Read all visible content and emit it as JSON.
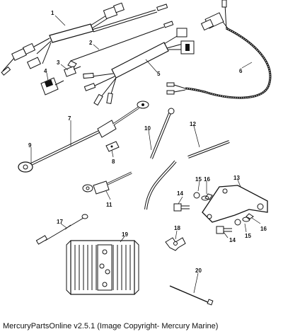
{
  "callouts": {
    "c1": "1",
    "c2": "2",
    "c3": "3",
    "c4": "4",
    "c5": "5",
    "c6": "6",
    "c7": "7",
    "c8": "8",
    "c9": "9",
    "c10": "10",
    "c11": "11",
    "c12": "12",
    "c13": "13",
    "c14a": "14",
    "c14b": "14",
    "c15a": "15",
    "c15b": "15",
    "c16a": "16",
    "c16b": "16",
    "c17": "17",
    "c18": "18",
    "c19": "19",
    "c20": "20"
  },
  "footer": {
    "caption": "MercuryPartsOnline v2.5.1 (Image Copyright- Mercury Marine)"
  }
}
